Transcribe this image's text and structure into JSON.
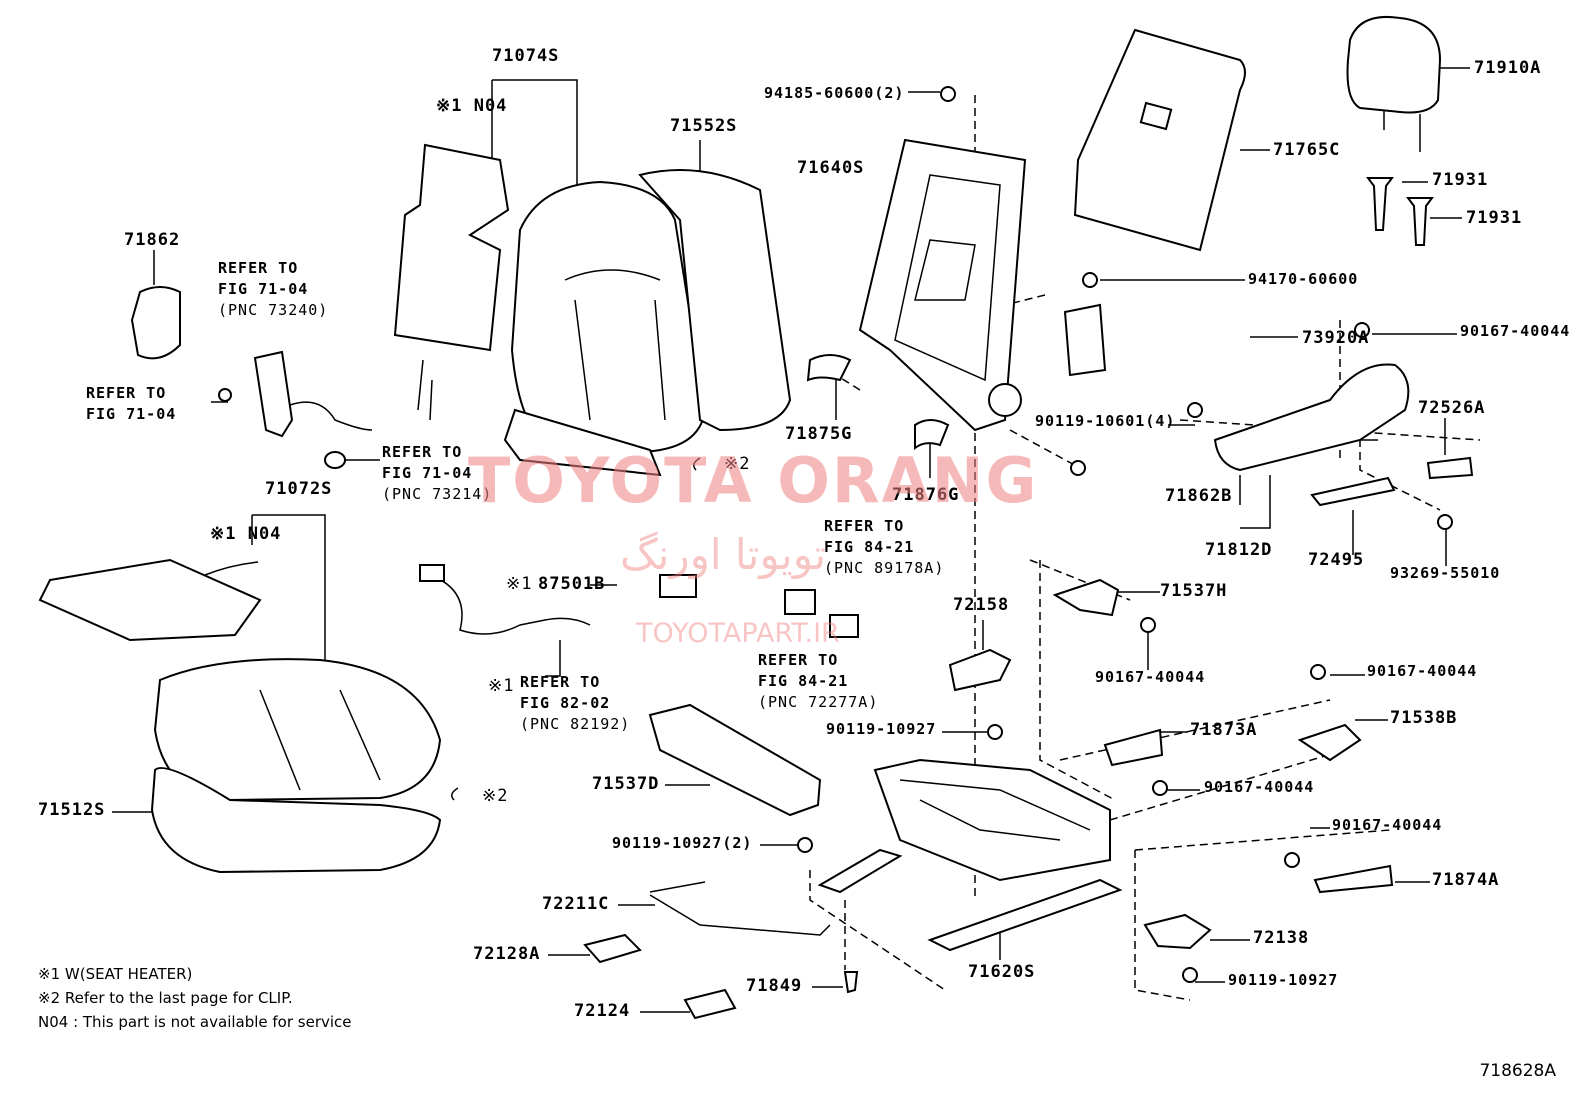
{
  "parts": {
    "p71074S": "71074S",
    "p71552S": "71552S",
    "p94185": "94185-60600(2)",
    "p71640S": "71640S",
    "p71910A": "71910A",
    "p71765C": "71765C",
    "p71931a": "71931",
    "p71931b": "71931",
    "p71862": "71862",
    "p94170": "94170-60600",
    "p73920A": "73920A",
    "p90167a": "90167-40044",
    "p72526A": "72526A",
    "p71875G": "71875G",
    "p90119_4": "90119-10601(4)",
    "p71876G": "71876G",
    "p71862B": "71862B",
    "p71812D": "71812D",
    "p72495": "72495",
    "p93269": "93269-55010",
    "p71072S": "71072S",
    "p87501B": "87501B",
    "p72158": "72158",
    "p71537H": "71537H",
    "p90167b": "90167-40044",
    "p90167c": "90167-40044",
    "p71538B": "71538B",
    "p90119_10927a": "90119-10927",
    "p71873A": "71873A",
    "p90167d": "90167-40044",
    "p71537D": "71537D",
    "p71512S": "71512S",
    "p90119_2": "90119-10927(2)",
    "p90167e": "90167-40044",
    "p71874A": "71874A",
    "p72211C": "72211C",
    "p72128A": "72128A",
    "p71849": "71849",
    "p71620S": "71620S",
    "p72138": "72138",
    "p90119_10927b": "90119-10927",
    "p72124": "72124"
  },
  "marks": {
    "n04_top": "※1 N04",
    "n04_mid": "※1 N04",
    "x2_a": "※2",
    "x2_b": "※2",
    "x1_87501B": "※1",
    "x1_ref": "※1"
  },
  "refs": {
    "r1_l1": "REFER TO",
    "r1_l2": "FIG 71-04",
    "r1_l3": "(PNC 73240)",
    "r2_l1": "REFER TO",
    "r2_l2": "FIG 71-04",
    "r3_l1": "REFER TO",
    "r3_l2": "FIG 71-04",
    "r3_l3": "(PNC 73214)",
    "r4_l1": "REFER TO",
    "r4_l2": "FIG 84-21",
    "r4_l3": "(PNC 89178A)",
    "r5_l1": "REFER TO",
    "r5_l2": "FIG 82-02",
    "r5_l3": "(PNC 82192)",
    "r6_l1": "REFER TO",
    "r6_l2": "FIG 84-21",
    "r6_l3": "(PNC 72277A)"
  },
  "notes": {
    "n1": "※1  W(SEAT  HEATER)",
    "n2": "※2   Refer to the last page for CLIP.",
    "n3": "N04 : This part is not available for service"
  },
  "watermark": {
    "brand": "TOYOTA ORANG",
    "persian": "تویوتا اورنگ",
    "site": "TOYOTAPART.IR"
  },
  "figure_number": "718628A"
}
